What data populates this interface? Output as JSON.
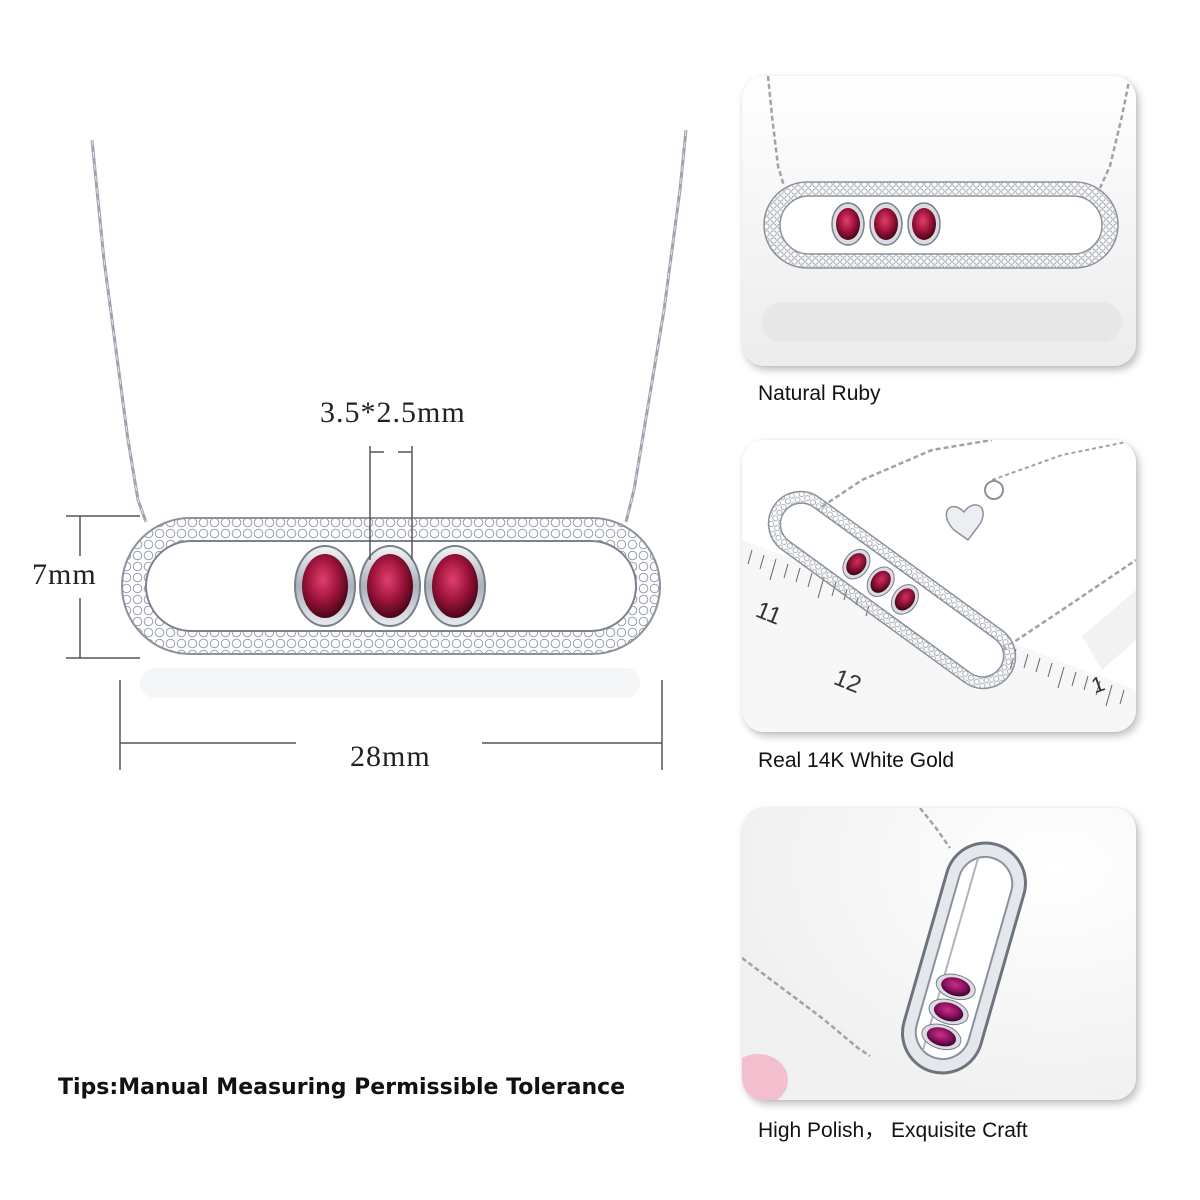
{
  "main": {
    "stone_size_label": "3.5*2.5mm",
    "height_label": "7mm",
    "width_label": "28mm",
    "tips": "Tips:Manual Measuring Permissible Tolerance"
  },
  "cards": [
    {
      "caption": "Natural Ruby"
    },
    {
      "caption": "Real 14K White Gold",
      "ruler_marks": [
        "11",
        "12",
        "1"
      ]
    },
    {
      "caption": "High Polish，  Exquisite Craft"
    }
  ],
  "colors": {
    "ruby": "#a0143c",
    "ruby_dark": "#5a0a22",
    "silver": "#c8cdd6",
    "silver_dark": "#8e94a0"
  }
}
